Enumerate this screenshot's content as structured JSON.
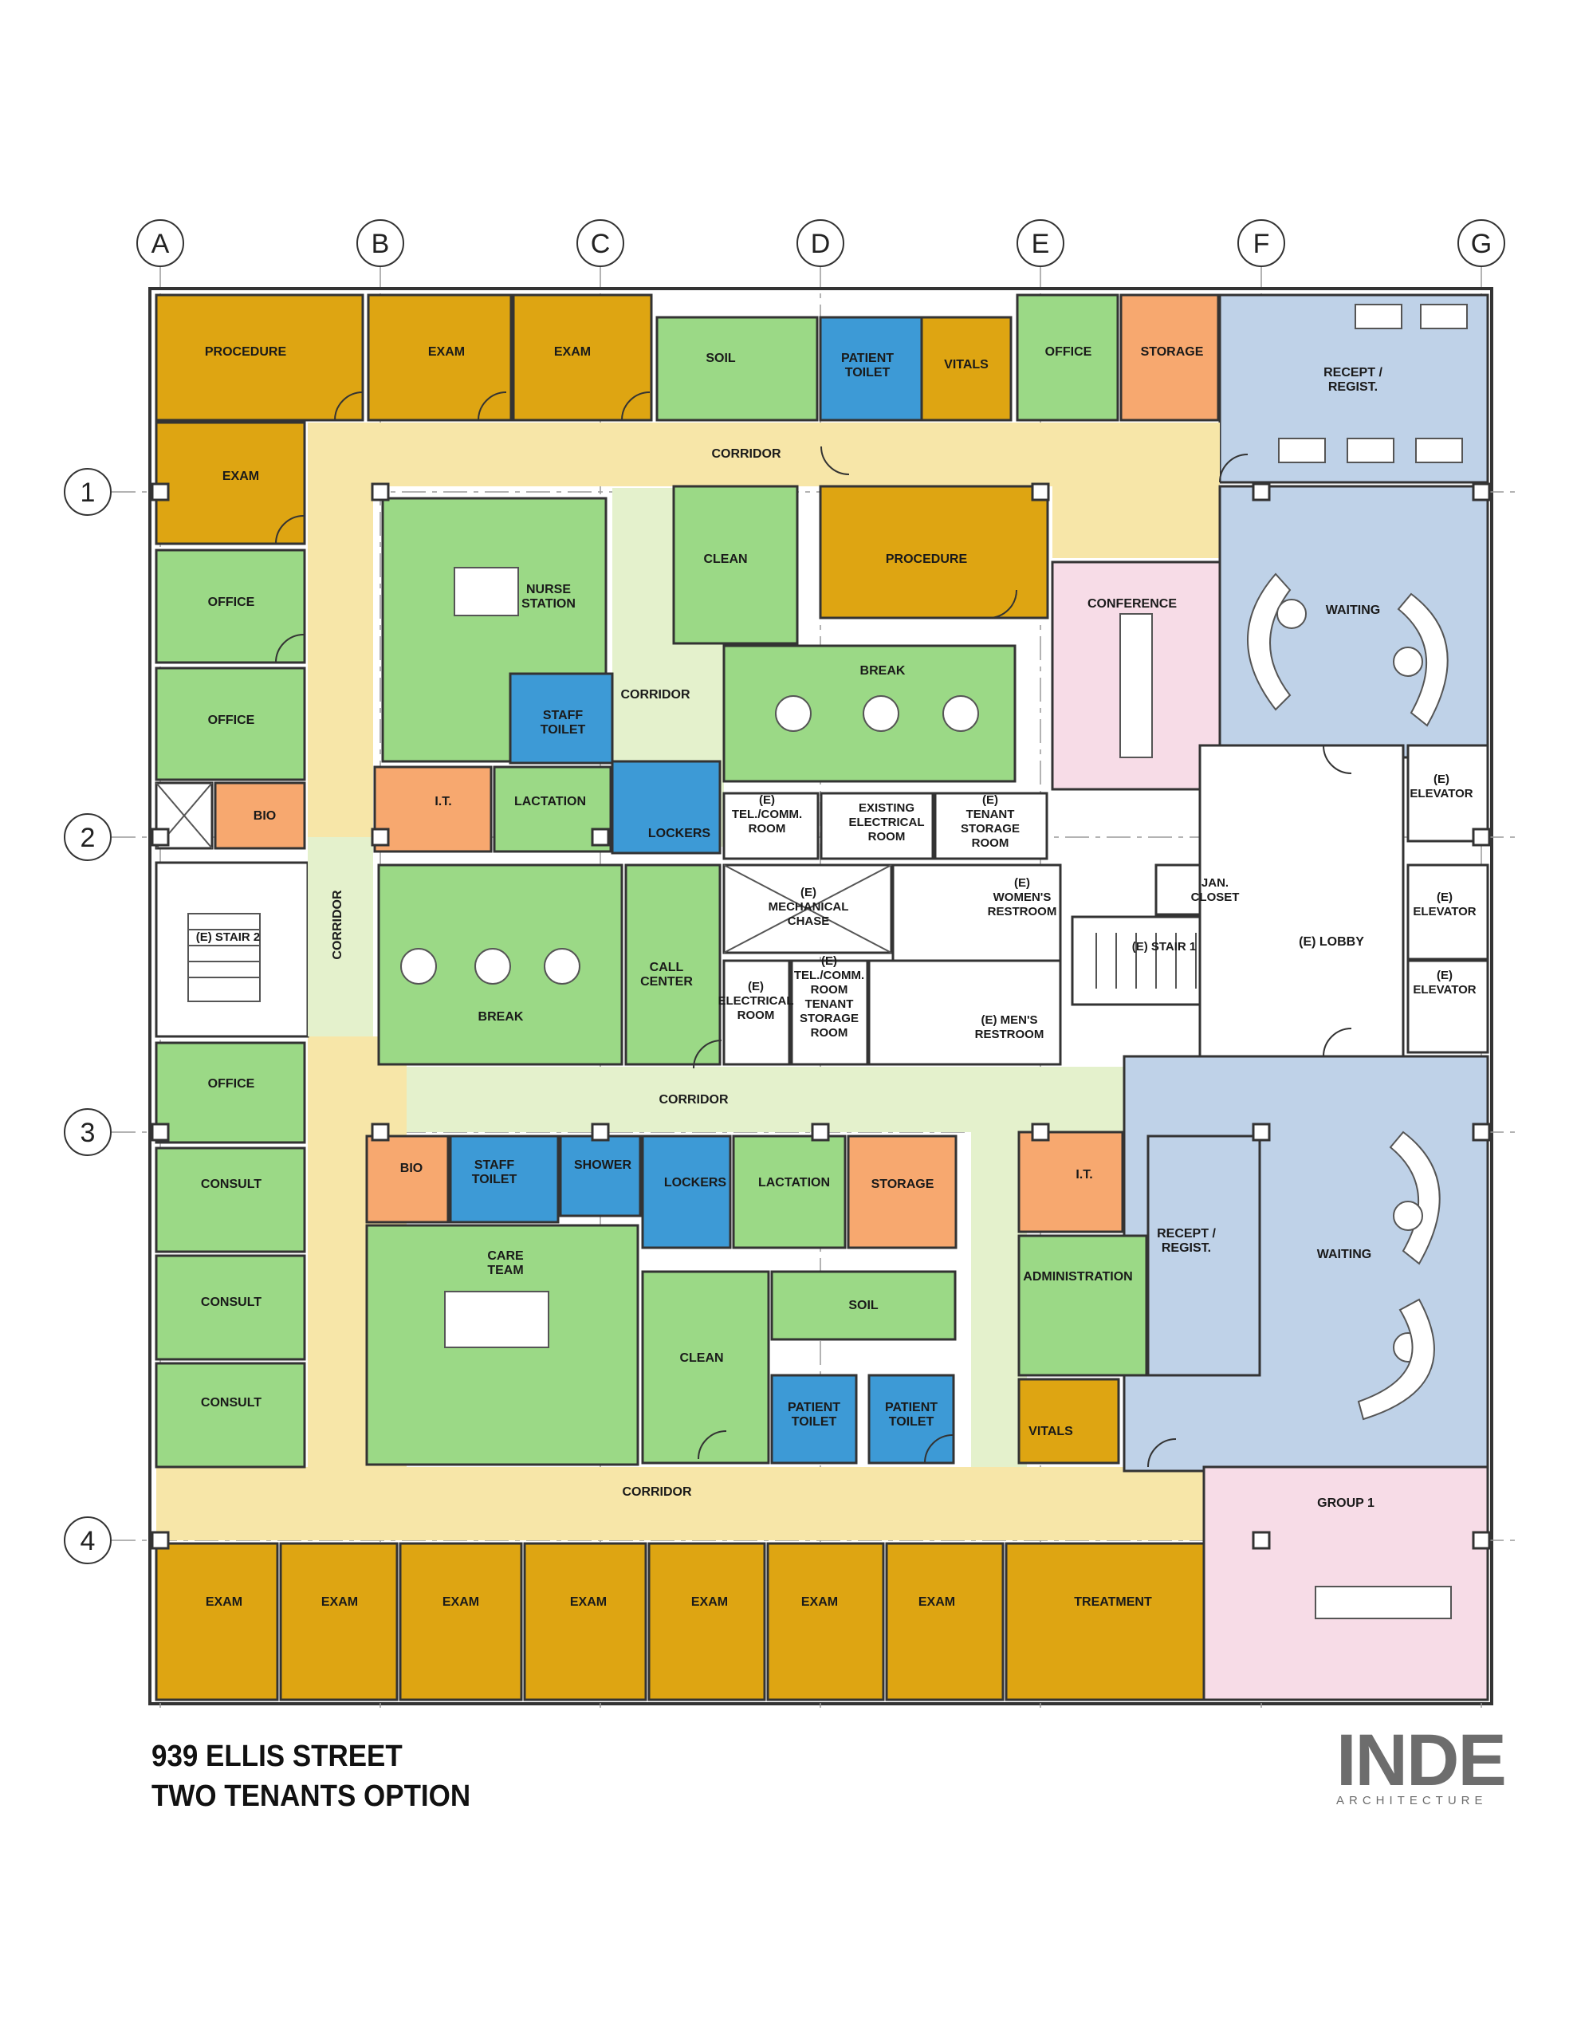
{
  "grid": {
    "columns": [
      "A",
      "B",
      "C",
      "D",
      "E",
      "F",
      "G"
    ],
    "rows": [
      "1",
      "2",
      "3",
      "4"
    ]
  },
  "colors": {
    "exam": "#dea512",
    "clinical": "#9bd986",
    "toilet": "#3d9ad6",
    "support": "#f7a86f",
    "tenant2": "#bfd2e8",
    "conference": "#f7dce7",
    "corridor": "#f7e6a8",
    "corridor_light": "#e4f1cc",
    "core": "#ffffff"
  },
  "rooms": {
    "procedure_top": "PROCEDURE",
    "exam_top_1": "EXAM",
    "exam_top_2": "EXAM",
    "soil_top": "SOIL",
    "patient_toilet_top": [
      "PATIENT",
      "TOILET"
    ],
    "vitals_top": "VITALS",
    "office_top": "OFFICE",
    "storage_top": "STORAGE",
    "recept_top": [
      "RECEPT /",
      "REGIST."
    ],
    "corridor_top": "CORRIDOR",
    "exam_left": "EXAM",
    "office_left_1": "OFFICE",
    "office_left_2": "OFFICE",
    "bio_left": "BIO",
    "nurse_station": [
      "NURSE",
      "STATION"
    ],
    "clean_top": "CLEAN",
    "procedure_mid": "PROCEDURE",
    "conference": "CONFERENCE",
    "waiting_top": "WAITING",
    "staff_toilet_top": [
      "STAFF",
      "TOILET"
    ],
    "corridor_mid_v": "CORRIDOR",
    "break_top": "BREAK",
    "it_top": "I.T.",
    "lactation_top": "LACTATION",
    "lockers_top": "LOCKERS",
    "tel_comm_top": [
      "(E)",
      "TEL./COMM.",
      "ROOM"
    ],
    "existing_electrical": [
      "EXISTING",
      "ELECTRICAL",
      "ROOM"
    ],
    "tenant_storage_top": [
      "(E)",
      "TENANT",
      "STORAGE",
      "ROOM"
    ],
    "elevator_1": [
      "(E)",
      "ELEVATOR"
    ],
    "elevator_2": [
      "(E)",
      "ELEVATOR"
    ],
    "elevator_3": [
      "(E)",
      "ELEVATOR"
    ],
    "stair_2": "(E) STAIR 2",
    "corridor_left_v": "CORRIDOR",
    "break_mid": "BREAK",
    "call_center": [
      "CALL",
      "CENTER"
    ],
    "mechanical_chase": [
      "(E)",
      "MECHANICAL",
      "CHASE"
    ],
    "womens_restroom": [
      "(E)",
      "WOMEN'S",
      "RESTROOM"
    ],
    "jan_closet": [
      "JAN.",
      "CLOSET"
    ],
    "stair_1": "(E) STAIR 1",
    "lobby": "(E) LOBBY",
    "electrical_room": [
      "(E)",
      "ELECTRICAL",
      "ROOM"
    ],
    "tel_comm_tenant": [
      "(E)",
      "TEL./COMM.",
      "ROOM",
      "TENANT",
      "STORAGE",
      "ROOM"
    ],
    "mens_restroom": [
      "(E) MEN'S",
      "RESTROOM"
    ],
    "office_left_3": "OFFICE",
    "corridor_mid_h": "CORRIDOR",
    "consult_1": "CONSULT",
    "consult_2": "CONSULT",
    "consult_3": "CONSULT",
    "bio_low": "BIO",
    "staff_toilet_low": [
      "STAFF",
      "TOILET"
    ],
    "shower": "SHOWER",
    "lockers_low": "LOCKERS",
    "lactation_low": "LACTATION",
    "storage_low": "STORAGE",
    "it_low": "I.T.",
    "recept_low": [
      "RECEPT /",
      "REGIST."
    ],
    "waiting_low": "WAITING",
    "care_team": [
      "CARE",
      "TEAM"
    ],
    "clean_low": "CLEAN",
    "soil_low": "SOIL",
    "administration": "ADMINISTRATION",
    "patient_toilet_low_1": [
      "PATIENT",
      "TOILET"
    ],
    "patient_toilet_low_2": [
      "PATIENT",
      "TOILET"
    ],
    "vitals_low": "VITALS",
    "corridor_low": "CORRIDOR",
    "group_1": "GROUP 1",
    "exam_bottom": [
      "EXAM",
      "EXAM",
      "EXAM",
      "EXAM",
      "EXAM",
      "EXAM",
      "EXAM"
    ],
    "treatment": "TREATMENT"
  },
  "title": {
    "line1": "939 ELLIS STREET",
    "line2": "TWO TENANTS OPTION"
  },
  "logo": {
    "word": "INDE",
    "sub": "ARCHITECTURE",
    "accent": "#e2311d"
  }
}
